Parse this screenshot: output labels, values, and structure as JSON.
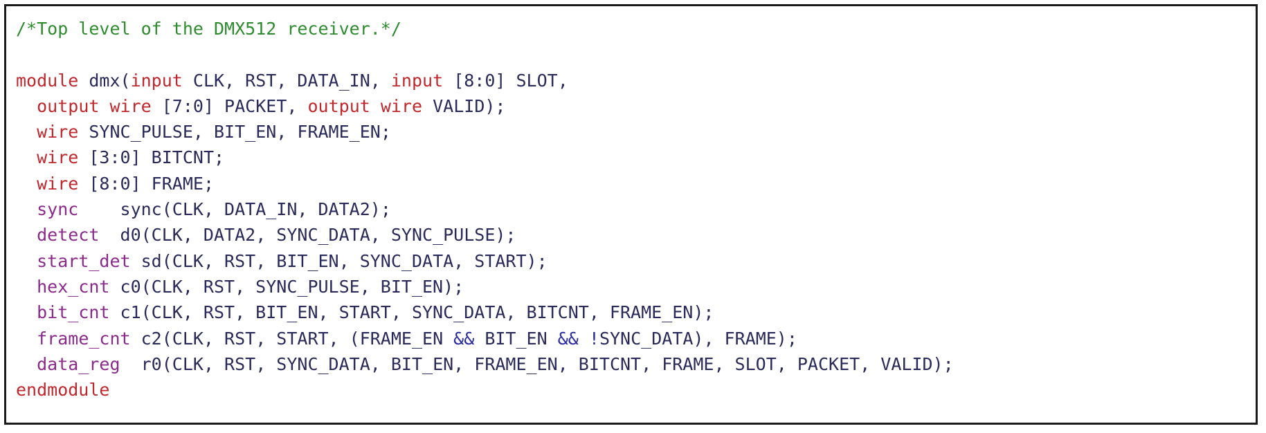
{
  "code": {
    "lines": [
      [
        {
          "t": "comment",
          "s": "/*Top level of the DMX512 receiver.*/"
        }
      ],
      [
        {
          "t": "plain",
          "s": ""
        }
      ],
      [
        {
          "t": "keyword",
          "s": "module"
        },
        {
          "t": "plain",
          "s": " dmx("
        },
        {
          "t": "keyword",
          "s": "input"
        },
        {
          "t": "plain",
          "s": " CLK, RST, DATA_IN, "
        },
        {
          "t": "keyword",
          "s": "input"
        },
        {
          "t": "plain",
          "s": " [8:0] SLOT,"
        }
      ],
      [
        {
          "t": "plain",
          "s": "  "
        },
        {
          "t": "keyword",
          "s": "output"
        },
        {
          "t": "plain",
          "s": " "
        },
        {
          "t": "keyword",
          "s": "wire"
        },
        {
          "t": "plain",
          "s": " [7:0] PACKET, "
        },
        {
          "t": "keyword",
          "s": "output"
        },
        {
          "t": "plain",
          "s": " "
        },
        {
          "t": "keyword",
          "s": "wire"
        },
        {
          "t": "plain",
          "s": " VALID);"
        }
      ],
      [
        {
          "t": "plain",
          "s": "  "
        },
        {
          "t": "keyword",
          "s": "wire"
        },
        {
          "t": "plain",
          "s": " SYNC_PULSE, BIT_EN, FRAME_EN;"
        }
      ],
      [
        {
          "t": "plain",
          "s": "  "
        },
        {
          "t": "keyword",
          "s": "wire"
        },
        {
          "t": "plain",
          "s": " [3:0] BITCNT;"
        }
      ],
      [
        {
          "t": "plain",
          "s": "  "
        },
        {
          "t": "keyword",
          "s": "wire"
        },
        {
          "t": "plain",
          "s": " [8:0] FRAME;"
        }
      ],
      [
        {
          "t": "plain",
          "s": "  "
        },
        {
          "t": "type",
          "s": "sync"
        },
        {
          "t": "plain",
          "s": "    sync(CLK, DATA_IN, DATA2);"
        }
      ],
      [
        {
          "t": "plain",
          "s": "  "
        },
        {
          "t": "type",
          "s": "detect"
        },
        {
          "t": "plain",
          "s": "  d0(CLK, DATA2, SYNC_DATA, SYNC_PULSE);"
        }
      ],
      [
        {
          "t": "plain",
          "s": "  "
        },
        {
          "t": "type",
          "s": "start_det"
        },
        {
          "t": "plain",
          "s": " sd(CLK, RST, BIT_EN, SYNC_DATA, START);"
        }
      ],
      [
        {
          "t": "plain",
          "s": "  "
        },
        {
          "t": "type",
          "s": "hex_cnt"
        },
        {
          "t": "plain",
          "s": " c0(CLK, RST, SYNC_PULSE, BIT_EN);"
        }
      ],
      [
        {
          "t": "plain",
          "s": "  "
        },
        {
          "t": "type",
          "s": "bit_cnt"
        },
        {
          "t": "plain",
          "s": " c1(CLK, RST, BIT_EN, START, SYNC_DATA, BITCNT, FRAME_EN);"
        }
      ],
      [
        {
          "t": "plain",
          "s": "  "
        },
        {
          "t": "type",
          "s": "frame_cnt"
        },
        {
          "t": "plain",
          "s": " c2(CLK, RST, START, (FRAME_EN "
        },
        {
          "t": "op",
          "s": "&&"
        },
        {
          "t": "plain",
          "s": " BIT_EN "
        },
        {
          "t": "op",
          "s": "&&"
        },
        {
          "t": "plain",
          "s": " "
        },
        {
          "t": "op",
          "s": "!"
        },
        {
          "t": "plain",
          "s": "SYNC_DATA), FRAME);"
        }
      ],
      [
        {
          "t": "plain",
          "s": "  "
        },
        {
          "t": "type",
          "s": "data_reg"
        },
        {
          "t": "plain",
          "s": "  r0(CLK, RST, SYNC_DATA, BIT_EN, FRAME_EN, BITCNT, FRAME, SLOT, PACKET, VALID);"
        }
      ],
      [
        {
          "t": "keyword",
          "s": "endmodule"
        }
      ]
    ]
  },
  "colors": {
    "comment": "#2e8b2e",
    "keyword": "#c0282d",
    "type": "#8a2a8a",
    "plain": "#2a2a5a",
    "op": "#2a2aa0",
    "border": "#1a1a1a"
  }
}
